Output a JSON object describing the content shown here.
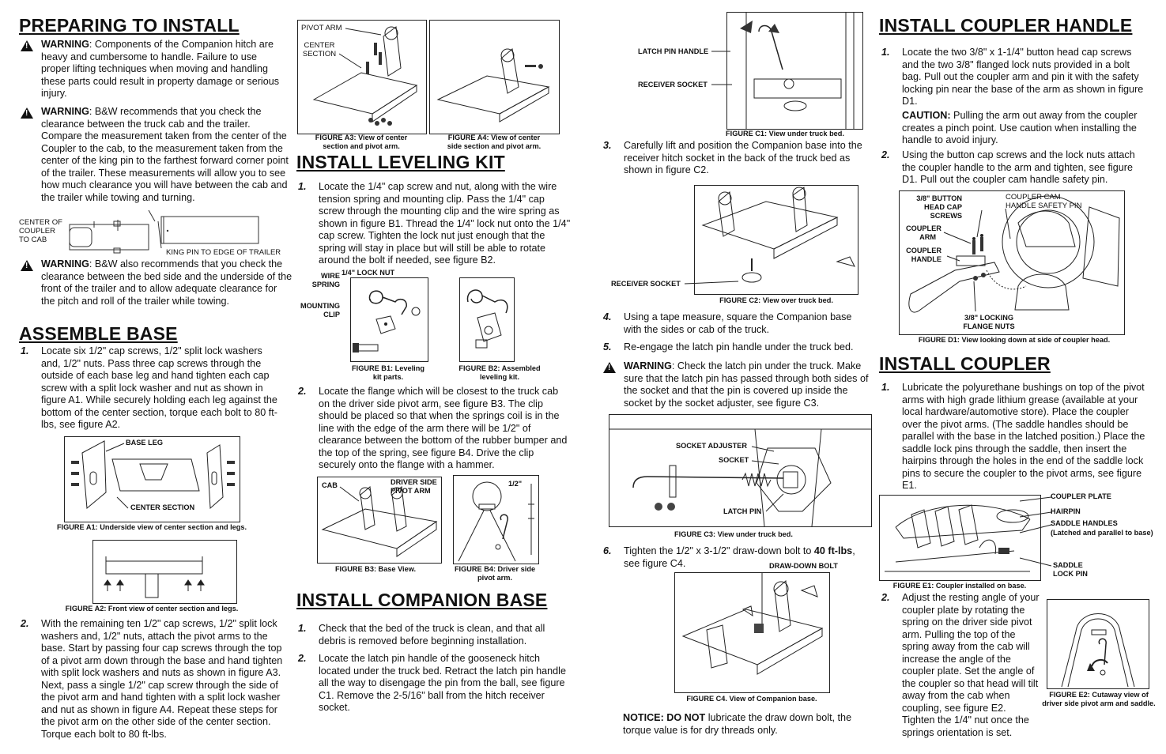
{
  "col1": {
    "title": "PREPARING TO INSTALL",
    "warn1_label": "WARNING",
    "warn1_text": ": Components of the Companion hitch are heavy and cumbersome to handle.  Failure to use proper lifting techniques when moving and handling these parts could result in property damage or serious injury.",
    "warn2_label": "WARNING",
    "warn2_text": ":  B&W recommends that you check the clearance between the truck cab and the trailer. Compare the measurement taken from the center of the Coupler to the cab, to the measurement taken from the center of the king pin to the farthest forward corner point of the trailer.  These measurements will allow you to see how much clearance you will have between the cab and the trailer while towing and turning.",
    "diag_left": "CENTER OF COUPLER TO CAB",
    "diag_right": "KING PIN TO EDGE OF TRAILER",
    "warn3_label": "WARNING",
    "warn3_text": ":  B&W also recommends that you check the clearance between the bed side and the underside of the front of the trailer and to allow adequate clearance for the pitch and roll of the trailer while towing.",
    "title2": "ASSEMBLE BASE",
    "step1_num": "1.",
    "step1": "Locate six 1/2\" cap screws, 1/2\" split lock washers and, 1/2\" nuts.  Pass three cap screws through the outside of each base leg and hand tighten each cap screw with a split lock washer and nut as shown in figure A1.   While securely holding each leg against the bottom of the center section, torque each bolt to 80 ft-lbs, see figure A2.",
    "figA1_base_leg": "BASE LEG",
    "figA1_center": "CENTER SECTION",
    "figA1_caption": "FIGURE A1: Underside view of center section and legs.",
    "figA2_caption": "FIGURE A2: Front view of center section and legs.",
    "step2_num": "2.",
    "step2": "With the remaining ten 1/2\" cap screws, 1/2\" split lock washers and, 1/2\" nuts, attach the pivot arms to the base.  Start by passing four cap screws through the top of a pivot arm down through the base and hand tighten with split lock washers and nuts as shown in figure A3.   Next, pass a single 1/2\" cap screw through the side of the pivot arm and hand tighten with a split lock washer and nut as shown in figure A4.  Repeat these steps for the pivot arm on the other side of the center section. Torque each bolt to 80 ft-lbs."
  },
  "col2": {
    "figA3_pivot": "PIVOT ARM",
    "figA3_center": "CENTER SECTION",
    "figA3_caption": "FIGURE A3: View of center section and pivot arm.",
    "figA4_caption": "FIGURE A4: View of center side section and pivot arm.",
    "title": "INSTALL LEVELING KIT",
    "step1_num": "1.",
    "step1": "Locate the 1/4\" cap screw and nut, along with the wire tension spring and mounting clip.   Pass the 1/4\" cap screw through the mounting clip and the wire spring as shown in figure B1.   Thread the 1/4\" lock nut onto the 1/4\" cap screw.  Tighten the lock nut just enough that the spring will stay in place but will still be able to rotate around the bolt if needed, see figure B2.",
    "figB1_wire": "WIRE SPRING",
    "figB1_nut": "1/4\" LOCK NUT",
    "figB1_clip": "MOUNTING CLIP",
    "figB1_caption": "FIGURE B1: Leveling kit parts.",
    "figB2_caption": "FIGURE B2: Assembled leveling kit.",
    "step2_num": "2.",
    "step2": "Locate the flange which will be closest to the truck cab on the driver side pivot arm, see figure B3.  The clip should be placed so that when the springs coil is in the line with the edge of the arm there will be 1/2\" of clearance between the bottom of the rubber bumper and the top of the spring, see figure B4.  Drive the clip securely onto the flange with a hammer.",
    "figB3_cab": "CAB",
    "figB3_driver": "DRIVER SIDE PIVOT ARM",
    "figB3_caption": "FIGURE B3: Base View.",
    "figB4_half": "1/2\"",
    "figB4_caption": "FIGURE B4: Driver side pivot arm.",
    "title2": "INSTALL COMPANION BASE",
    "cb1_num": "1.",
    "cb1": "Check that the bed of the truck is clean, and that all debris is removed before beginning installation.",
    "cb2_num": "2.",
    "cb2": "Locate the latch pin handle of the gooseneck hitch located under the truck bed.  Retract the latch pin handle all the way to disengage the pin from the ball, see figure C1.  Remove the 2-5/16\" ball from the hitch receiver socket."
  },
  "col3": {
    "figC1_latch": "LATCH PIN HANDLE",
    "figC1_receiver": "RECEIVER SOCKET",
    "figC1_caption": "FIGURE C1: View under truck bed.",
    "s3_num": "3.",
    "s3": "Carefully lift and position the Companion base into the receiver hitch socket in the back of the truck bed as shown in figure C2.",
    "figC2_receiver": "RECEIVER SOCKET",
    "figC2_caption": "FIGURE C2: View over truck bed.",
    "s4_num": "4.",
    "s4": "Using a tape measure, square the Companion base with the sides  or cab of the truck.",
    "s5_num": "5.",
    "s5": "Re-engage the latch pin handle under the truck bed.",
    "warn_label": "WARNING",
    "warn_text": ": Check the latch pin under the truck. Make sure that the latch pin has passed through both sides of the socket and that the pin is covered up inside the socket by the socket adjuster, see figure C3.",
    "figC3_adjuster": "SOCKET ADJUSTER",
    "figC3_socket": "SOCKET",
    "figC3_latch": "LATCH PIN",
    "figC3_caption": "FIGURE C3: View under truck bed.",
    "s6_num": "6.",
    "s6_a": "Tighten the 1/2\" x 3-1/2\" draw-down bolt to ",
    "s6_b": "40 ft-lbs",
    "s6_c": ", see figure C4.",
    "figC4_bolt": "DRAW-DOWN BOLT",
    "figC4_caption": "FIGURE C4.  View of Companion base.",
    "notice_label": "NOTICE:  DO NOT",
    "notice_text": " lubricate the draw down bolt, the torque value is for dry threads only."
  },
  "col4": {
    "title": "INSTALL COUPLER HANDLE",
    "s1_num": "1.",
    "s1": "Locate the two 3/8\" x 1-1/4\" button head cap screws and the two 3/8\" flanged lock nuts provided in a bolt bag.  Pull out the coupler arm and pin it with the safety locking pin near the base of the arm as shown in figure D1.",
    "caution_label": "CAUTION:",
    "caution_text": " Pulling the arm out away from the coupler creates a pinch point. Use caution when installing the handle to avoid injury.",
    "s2_num": "2.",
    "s2": "Using the button cap screws and the lock nuts attach the coupler handle to the arm and tighten, see figure D1.  Pull out the coupler cam handle safety pin.",
    "figD1_button": "3/8\" BUTTON HEAD CAP SCREWS",
    "figD1_cam": "COUPLER CAM HANDLE SAFETY PIN",
    "figD1_arm": "COUPLER ARM",
    "figD1_handle": "COUPLER HANDLE",
    "figD1_nuts": "3/8\" LOCKING FLANGE NUTS",
    "figD1_caption": "FIGURE D1: View looking down at side of coupler head.",
    "title2": "INSTALL COUPLER",
    "c1_num": "1.",
    "c1": "Lubricate the polyurethane bushings on top of the pivot arms with high grade lithium grease (available at your local hardware/automotive store). Place the coupler over the pivot arms. (The saddle handles should be parallel with the base in the latched position.)  Place the saddle lock pins through the saddle, then insert the hairpins through the holes in the end of the saddle lock pins to secure the coupler to the pivot arms, see figure E1.",
    "figE1_plate": "COUPLER PLATE",
    "figE1_hairpin": "HAIRPIN",
    "figE1_saddle": "SADDLE HANDLES",
    "figE1_saddle2": "(Latched and parallel to base)",
    "figE1_lock": "SADDLE LOCK PIN",
    "figE1_caption": "FIGURE E1: Coupler installed on base.",
    "c2_num": "2.",
    "c2": "Adjust the resting angle of your coupler plate by rotating the spring on the driver side pivot arm. Pulling the top of the spring away from the cab will increase the angle of the coupler plate. Set the angle of the coupler so that head will tilt away from the cab when coupling, see figure E2. Tighten the 1/4\" nut once the springs orientation is set.",
    "figE2_caption": "FIGURE E2: Cutaway view of driver side pivot arm and saddle."
  }
}
